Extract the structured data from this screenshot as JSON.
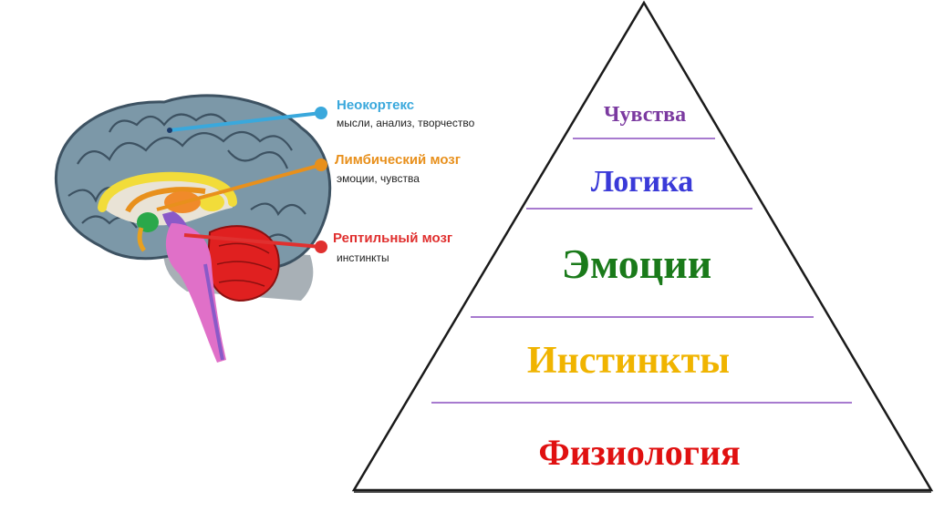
{
  "brain": {
    "neocortex": {
      "title": "Неокортекс",
      "desc": "мысли, анализ, творчество",
      "color": "#3aa8dc"
    },
    "limbic": {
      "title": "Лимбический мозг",
      "desc": "эмоции, чувства",
      "color": "#e8901c"
    },
    "reptilian": {
      "title": "Рептильный мозг",
      "desc": "инстинкты",
      "color": "#e0302f"
    }
  },
  "pyramid": {
    "levels": [
      {
        "label": "Чувства",
        "color": "#7b3aa0"
      },
      {
        "label": "Логика",
        "color": "#3a3ad8"
      },
      {
        "label": "Эмоции",
        "color": "#1a7a1a"
      },
      {
        "label": "Инстинкты",
        "color": "#f0b400"
      },
      {
        "label": "Физиология",
        "color": "#e01010"
      }
    ],
    "divider_color": "#8a4fbf"
  }
}
